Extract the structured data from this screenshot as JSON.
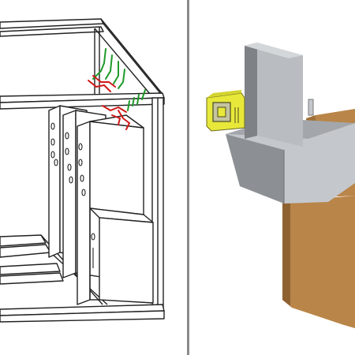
{
  "figure": {
    "panels": [
      {
        "id": "left",
        "depicts": "wireframe-cabinet-frame-with-modules-and-wiring"
      },
      {
        "id": "right",
        "depicts": "shaded-3d-assembly-gray-housing-yellow-connector-brown-block"
      }
    ]
  },
  "colors": {
    "background": "#ffffff",
    "divider": "#8a8a8a",
    "frame_line": "#222222",
    "wire_red": "#d01818",
    "wire_green": "#1f9a2a",
    "housing_dark": "#8c9094",
    "housing_light": "#c4c8cc",
    "housing_top": "#a3a7ab",
    "connector_yellow": "#e8e83a",
    "block_brown": "#b98548",
    "block_brown_dark": "#8e6230"
  }
}
